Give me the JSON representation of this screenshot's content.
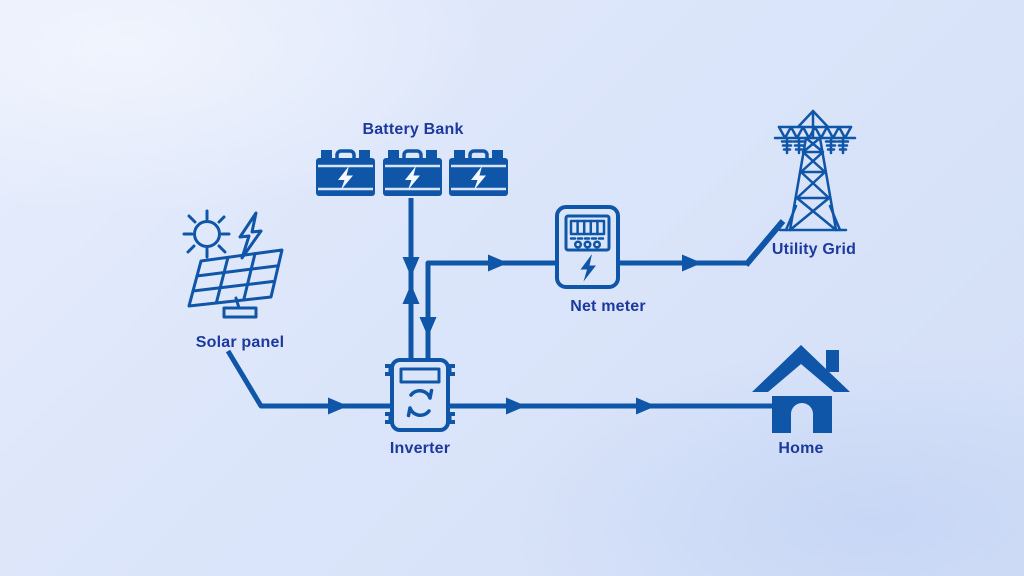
{
  "diagram": {
    "type": "solar-energy-system-flow",
    "nodes": {
      "battery_bank": {
        "label": "Battery Bank"
      },
      "solar_panel": {
        "label": "Solar panel"
      },
      "inverter": {
        "label": "Inverter"
      },
      "net_meter": {
        "label": "Net meter"
      },
      "utility_grid": {
        "label": "Utility Grid"
      },
      "home": {
        "label": "Home"
      }
    },
    "edges": [
      {
        "from": "Solar panel",
        "to": "Inverter",
        "direction": "one-way"
      },
      {
        "from": "Battery Bank",
        "to": "Inverter",
        "direction": "two-way"
      },
      {
        "from": "Inverter",
        "to": "Net meter",
        "direction": "two-way"
      },
      {
        "from": "Net meter",
        "to": "Utility Grid",
        "direction": "one-way"
      },
      {
        "from": "Inverter",
        "to": "Home",
        "direction": "one-way"
      }
    ],
    "icons": [
      "sun-icon",
      "lightning-bolt-icon",
      "solar-panel-icon",
      "battery-icon",
      "inverter-icon",
      "net-meter-icon",
      "utility-grid-tower-icon",
      "home-icon",
      "arrowhead-icon"
    ]
  },
  "theme": {
    "ink": "#0f56a8",
    "label": "#1c3a9e",
    "white": "#f4f8ff",
    "bg1": "#e7edfc",
    "bg2": "#dbe5fa",
    "bg3": "#d3dff7",
    "slot": "#d7e3f8"
  }
}
